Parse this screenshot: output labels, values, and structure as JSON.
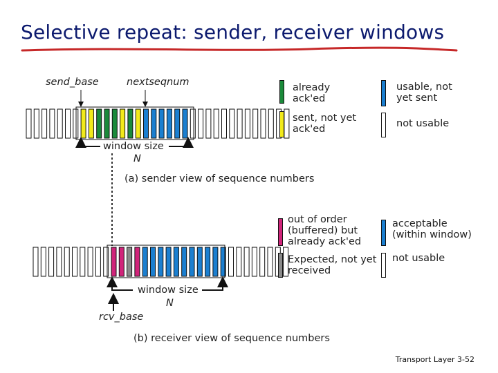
{
  "title": "Selective repeat: sender, receiver windows",
  "sender": {
    "send_base_label": "send_base",
    "nextseqnum_label": "nextseqnum",
    "window_label": "window size",
    "window_n": "N",
    "caption": "(a) sender view of sequence numbers",
    "legend": {
      "acked": "already ack'ed",
      "sent_not_acked": "sent, not yet ack'ed",
      "usable": "usable, not yet sent",
      "not_usable": "not usable"
    }
  },
  "receiver": {
    "rcv_base_label": "rcv_base",
    "window_label": "window size",
    "window_n": "N",
    "caption": "(b) receiver view of sequence numbers",
    "legend": {
      "buffered": "out of order (buffered) but already ack'ed",
      "expected": "Expected, not yet received",
      "acceptable": "acceptable (within window)",
      "not_usable": "not usable"
    }
  },
  "colors": {
    "green": "#1a8a3a",
    "yellow": "#f2ea1a",
    "blue": "#1b7fd0",
    "pink": "#d0247a",
    "gray": "#8a8a8a",
    "white": "#ffffff",
    "title": "#0c1a6e",
    "underline": "#c62828"
  },
  "footer": "Transport Layer 3-52"
}
